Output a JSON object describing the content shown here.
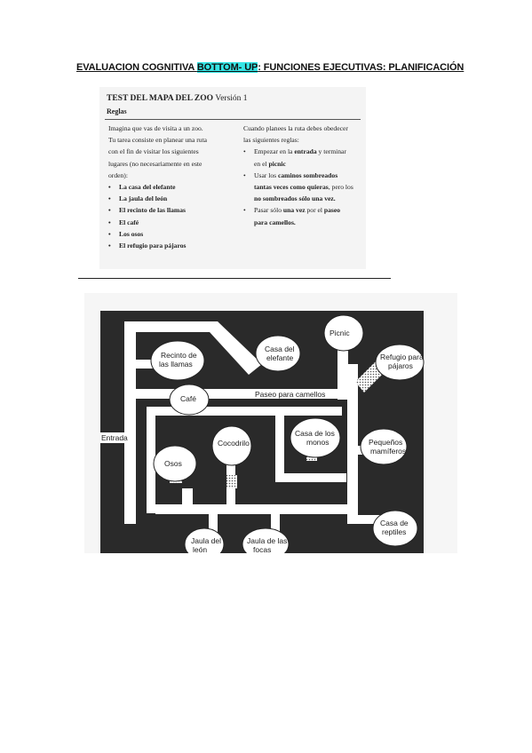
{
  "heading": {
    "part1": "EVALUACION COGNITIVA ",
    "highlight": "BOTTOM- UP",
    "part2": ": FUNCIONES EJECUTIVAS: PLANIFICACIÓN",
    "highlight_color": "#35e6e6"
  },
  "test": {
    "title": "TEST DEL MAPA DEL ZOO",
    "version": "Versión 1",
    "rules_label": "Reglas",
    "intro": [
      "Imagina que vas de visita a un zoo.",
      "Tu tarea consiste en planear una ruta",
      "con el fin de visitar los siguientes",
      "lugares (no necesariamente en este",
      "orden):"
    ],
    "places": [
      "La casa del elefante",
      "La jaula del león",
      "El recinto de las llamas",
      "El café",
      "Los osos",
      "El refugio para pájaros"
    ],
    "rules_intro": [
      "Cuando planees la ruta debes obedecer",
      "las siguientes reglas:"
    ],
    "rule1": {
      "a": "Empezar en la ",
      "b": "entrada",
      "c": " y terminar",
      "d": "en el ",
      "e": "picnic"
    },
    "rule2": {
      "a": "Usar los ",
      "b": "caminos sombreados",
      "c": "tantas veces como quieras",
      "d": ", pero los",
      "e": "no sombreados sólo una vez."
    },
    "rule3": {
      "a": "Pasar sólo ",
      "b": "una vez",
      "c": " por el ",
      "d": "paseo",
      "e": "para camellos."
    }
  },
  "map": {
    "labels": {
      "recinto_llamas": [
        "Recinto de",
        "las llamas"
      ],
      "casa_elefante": [
        "Casa del",
        "elefante"
      ],
      "picnic": "Picnic",
      "refugio_pajaros": [
        "Refugio para",
        "pájaros"
      ],
      "cafe": "Café",
      "paseo_camellos": "Paseo para camellos",
      "entrada": "Entrada",
      "cocodrilo": "Cocodrilo",
      "casa_monos": [
        "Casa de los",
        "monos"
      ],
      "pequenos_mamiferos": [
        "Pequeños",
        "mamíferos"
      ],
      "osos": "Osos",
      "casa_reptiles": [
        "Casa de",
        "reptiles"
      ],
      "jaula_leon": [
        "Jaula del",
        "león"
      ],
      "jaula_focas": [
        "Jaula de las",
        "focas"
      ]
    }
  }
}
